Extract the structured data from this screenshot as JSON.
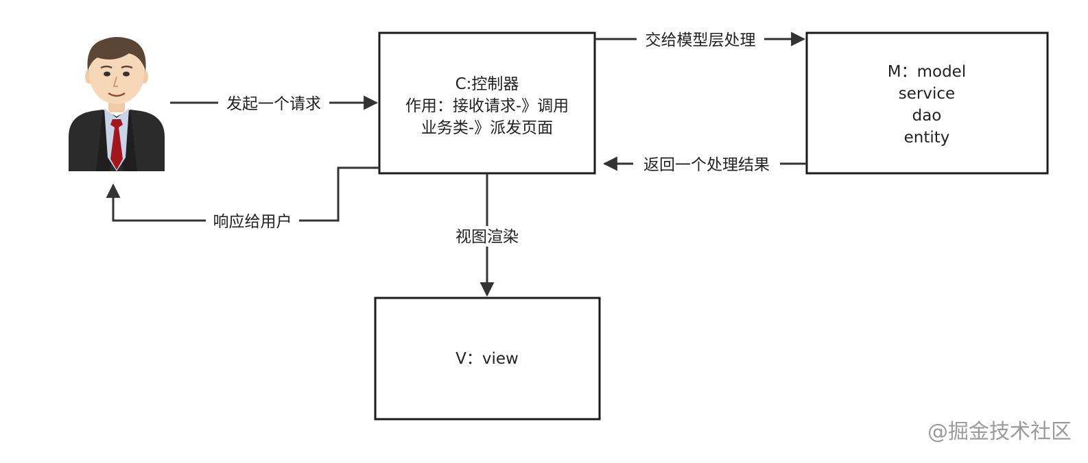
{
  "nodes": {
    "user": {
      "icon": "businessman-icon"
    },
    "controller": {
      "lines": [
        "C:控制器",
        "作用：接收请求-》调用",
        "业务类-》派发页面"
      ]
    },
    "model": {
      "lines": [
        "M：model",
        "service",
        "dao",
        "entity"
      ]
    },
    "view": {
      "lines": [
        "V：view"
      ]
    }
  },
  "edges": {
    "user_to_controller": "发起一个请求",
    "controller_to_model": "交给模型层处理",
    "model_to_controller": "返回一个处理结果",
    "controller_to_user": "响应给用户",
    "controller_to_view": "视图渲染"
  },
  "watermark": "@掘金技术社区",
  "colors": {
    "line": "#333333",
    "box_border": "#1a1a1a",
    "watermark": "#9a9a9a",
    "suit": "#2b2b2b",
    "tie": "#a3161c",
    "shirt": "#c9d4e8",
    "skin": "#f6d8b8",
    "hair": "#5b4636"
  }
}
